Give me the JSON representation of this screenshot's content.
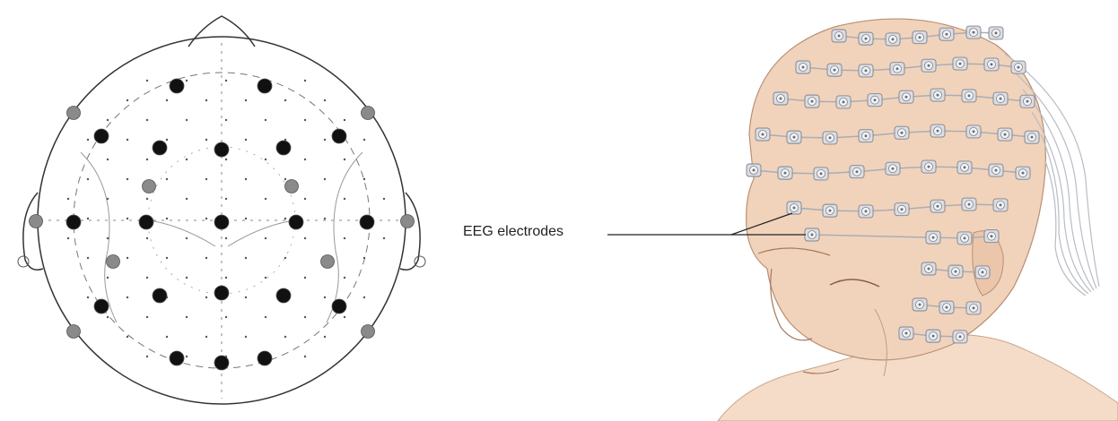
{
  "montage": {
    "electrode_colors": {
      "primary": "#111111",
      "secondary": "#8a8a8a",
      "outline": "#555555"
    },
    "electrodes": [
      {
        "id": "fp1",
        "tier": "primary"
      },
      {
        "id": "fp2",
        "tier": "primary"
      },
      {
        "id": "af7",
        "tier": "secondary"
      },
      {
        "id": "af8",
        "tier": "secondary"
      },
      {
        "id": "f7",
        "tier": "primary"
      },
      {
        "id": "f3",
        "tier": "primary"
      },
      {
        "id": "fz",
        "tier": "primary"
      },
      {
        "id": "f4",
        "tier": "primary"
      },
      {
        "id": "f8",
        "tier": "primary"
      },
      {
        "id": "fc5",
        "tier": "secondary"
      },
      {
        "id": "fc6",
        "tier": "secondary"
      },
      {
        "id": "t9",
        "tier": "secondary"
      },
      {
        "id": "t7",
        "tier": "primary"
      },
      {
        "id": "c3",
        "tier": "primary"
      },
      {
        "id": "cz",
        "tier": "primary"
      },
      {
        "id": "c4",
        "tier": "primary"
      },
      {
        "id": "t8",
        "tier": "primary"
      },
      {
        "id": "t10",
        "tier": "secondary"
      },
      {
        "id": "cp5",
        "tier": "secondary"
      },
      {
        "id": "cp6",
        "tier": "secondary"
      },
      {
        "id": "p7",
        "tier": "primary"
      },
      {
        "id": "p3",
        "tier": "primary"
      },
      {
        "id": "pz",
        "tier": "primary"
      },
      {
        "id": "p4",
        "tier": "primary"
      },
      {
        "id": "p8",
        "tier": "primary"
      },
      {
        "id": "po7",
        "tier": "secondary"
      },
      {
        "id": "po8",
        "tier": "secondary"
      },
      {
        "id": "o1",
        "tier": "primary"
      },
      {
        "id": "oz",
        "tier": "primary"
      },
      {
        "id": "o2",
        "tier": "primary"
      }
    ]
  },
  "illustration": {
    "callout_label": "EEG electrodes",
    "skin_color": "#f1d3bb",
    "electrode_color": "#dcdde2"
  }
}
